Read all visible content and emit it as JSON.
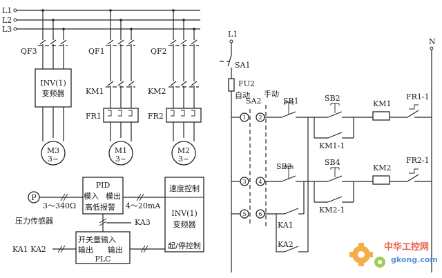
{
  "left_power": {
    "bus_labels": [
      "L1",
      "L2",
      "L3"
    ],
    "qf3": "QF3",
    "qf1": "QF1",
    "qf2": "QF2",
    "inv_line1": "INV(1)",
    "inv_line2": "变频器",
    "km1": "KM1",
    "km2": "KM2",
    "fr1": "FR1",
    "fr2": "FR2",
    "m3_name": "M3",
    "m1_name": "M1",
    "m2_name": "M2",
    "motor_sub": "3~"
  },
  "pid_section": {
    "p_symbol": "P",
    "range": "3～340Ω",
    "sensor": "压力传感器",
    "pid": "PID",
    "mode_in": "模入",
    "mode_out": "模出",
    "alarm": "高低报警",
    "current": "4～20mA",
    "speed_ctrl": "速度控制",
    "inv_line1": "INV(1)",
    "inv_line2": "变频器",
    "start_stop": "起/停控制",
    "ka3": "KA3",
    "switch_in": "开关量输入",
    "out_left": "输出",
    "out_right": "输出",
    "plc": "PLC",
    "ka_labels": "KA1 KA2"
  },
  "control": {
    "l1": "L1",
    "n": "N",
    "sa1": "SA1",
    "fu2": "FU2",
    "auto": "自动",
    "sa2": "SA2",
    "manual": "手动",
    "node_1": "1",
    "node_2": "2",
    "node_3": "3",
    "node_4": "4",
    "node_5": "5",
    "node_6": "6",
    "sb1": "SB1",
    "sb2": "SB2",
    "sb3": "SB3",
    "sb4": "SB4",
    "km1_aux": "KM1-1",
    "km2_aux": "KM2-1",
    "km1_coil": "KM1",
    "km2_coil": "KM2",
    "fr11": "FR1-1",
    "fr21": "FR2-1",
    "ka1": "KA1",
    "ka2": "KA2"
  },
  "watermark": {
    "cn": "中华工控网",
    "url": "gkong.com"
  }
}
